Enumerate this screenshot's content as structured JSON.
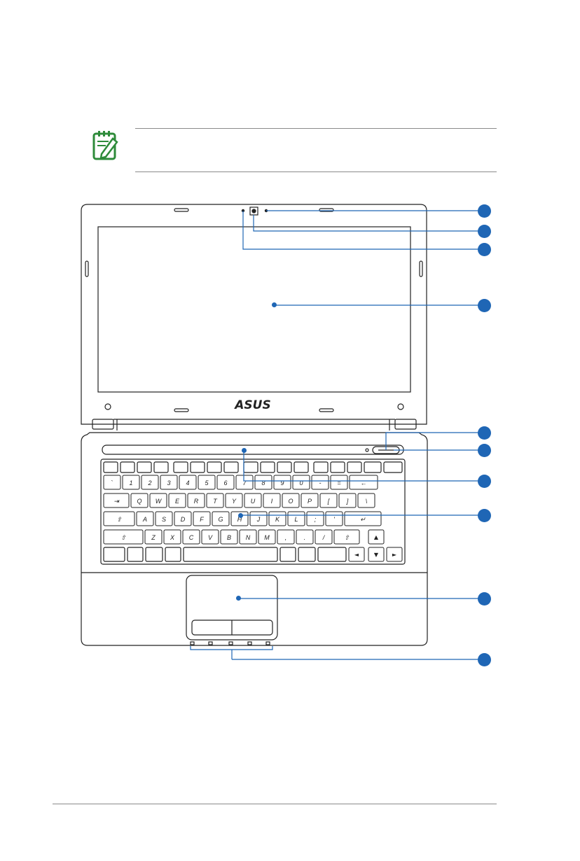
{
  "note": {
    "icon": "pencil-note-icon"
  },
  "laptop": {
    "brand_logo": "ASUS",
    "colors": {
      "outline": "#222222",
      "accent": "#1f66b5",
      "callout": "#1f66b5"
    },
    "keyboard": {
      "number_row": [
        "`",
        "1",
        "2",
        "3",
        "4",
        "5",
        "6",
        "7",
        "8",
        "9",
        "0",
        "-",
        "=",
        "←"
      ],
      "qwerty_row": [
        "Q",
        "W",
        "E",
        "R",
        "T",
        "Y",
        "U",
        "I",
        "O",
        "P",
        "[",
        "]",
        "\\"
      ],
      "home_row": [
        "A",
        "S",
        "D",
        "F",
        "G",
        "H",
        "J",
        "K",
        "L",
        ";",
        "'",
        "↵"
      ],
      "bottom_row": [
        "⇧",
        "Z",
        "X",
        "C",
        "V",
        "B",
        "N",
        "M",
        ",",
        ".",
        "/",
        "⇧"
      ],
      "arrows": [
        "▲",
        "◄",
        "▼",
        "►"
      ]
    },
    "status_indicators": [
      "power-indicator",
      "charge-indicator",
      "hdd-indicator",
      "wireless-indicator",
      "bluetooth-indicator"
    ]
  }
}
